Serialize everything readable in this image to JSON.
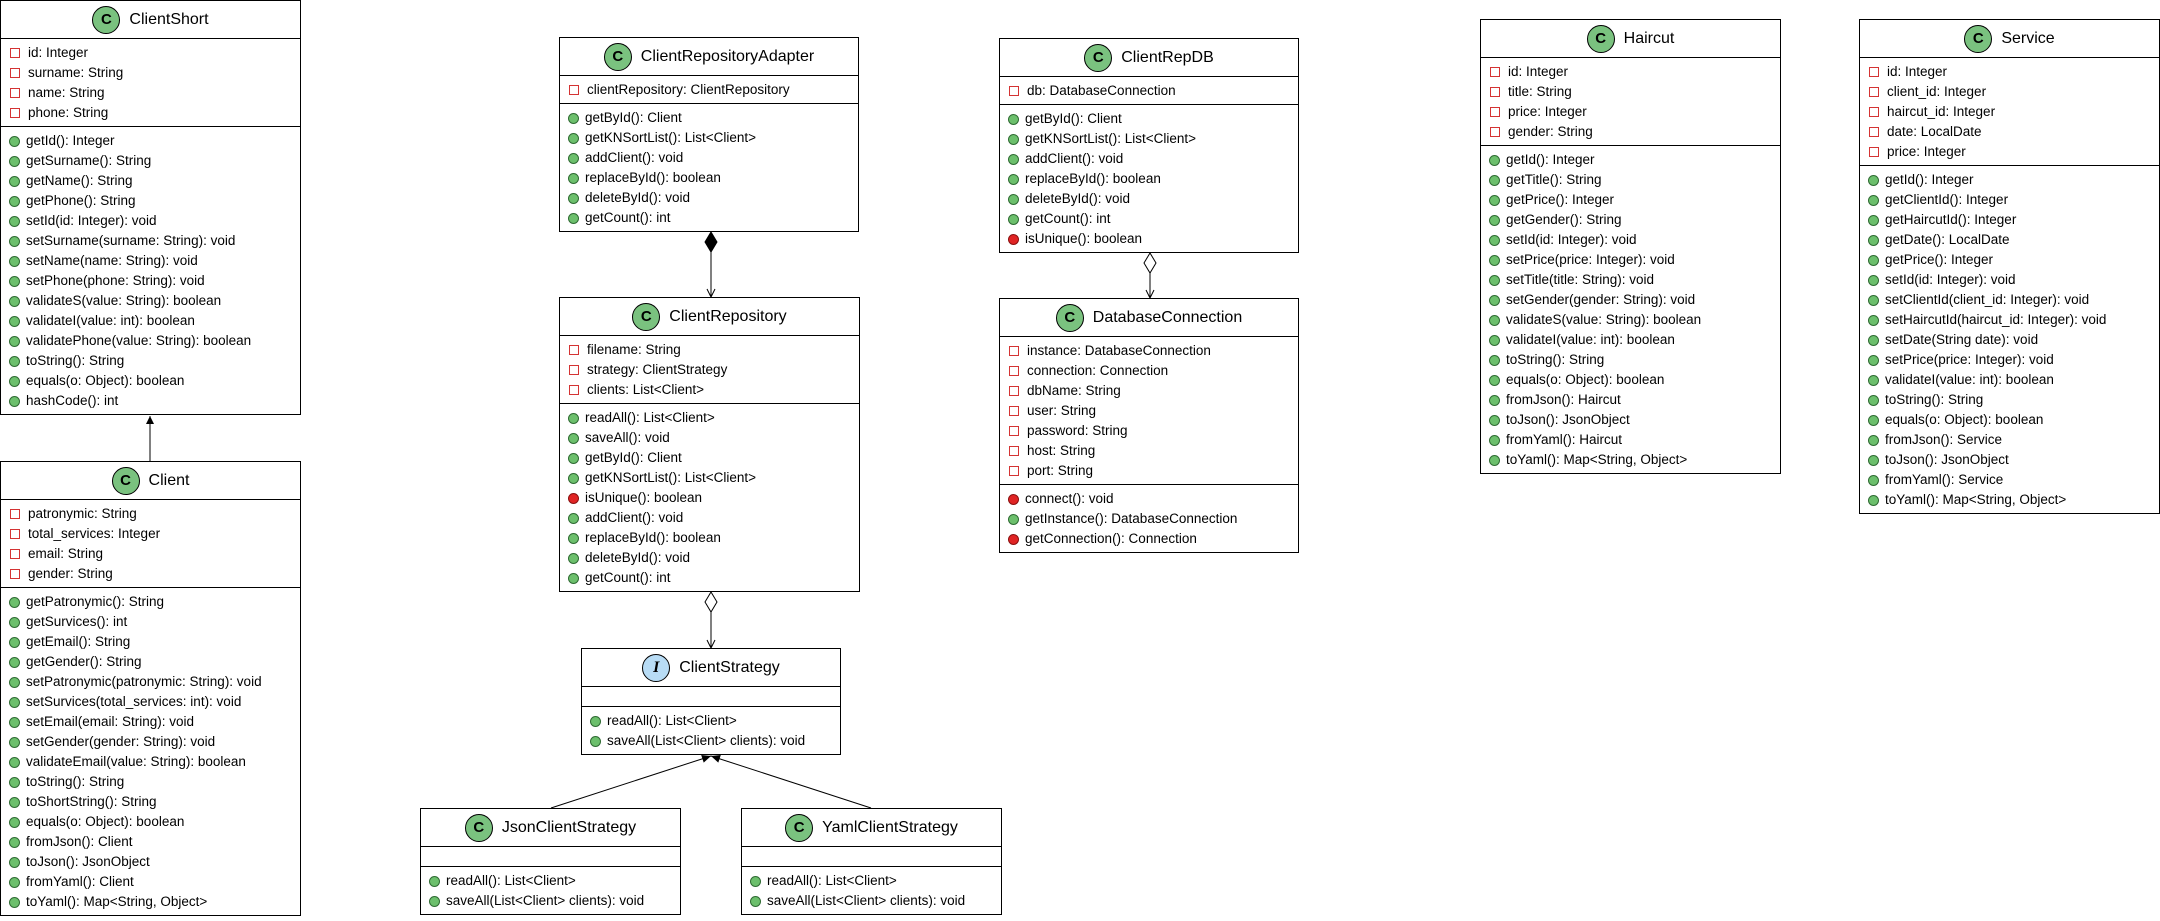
{
  "classes": [
    {
      "id": "ClientShort",
      "kind": "class",
      "name": "ClientShort",
      "fields": [
        "id: Integer",
        "surname: String",
        "name: String",
        "phone: String"
      ],
      "methods": [
        {
          "text": "getId(): Integer",
          "visibility": "public"
        },
        {
          "text": "getSurname(): String",
          "visibility": "public"
        },
        {
          "text": "getName(): String",
          "visibility": "public"
        },
        {
          "text": "getPhone(): String",
          "visibility": "public"
        },
        {
          "text": "setId(id: Integer): void",
          "visibility": "public"
        },
        {
          "text": "setSurname(surname: String): void",
          "visibility": "public"
        },
        {
          "text": "setName(name: String): void",
          "visibility": "public"
        },
        {
          "text": "setPhone(phone: String): void",
          "visibility": "public"
        },
        {
          "text": "validateS(value: String): boolean",
          "visibility": "public"
        },
        {
          "text": "validateI(value: int): boolean",
          "visibility": "public"
        },
        {
          "text": "validatePhone(value: String): boolean",
          "visibility": "public"
        },
        {
          "text": "toString(): String",
          "visibility": "public"
        },
        {
          "text": "equals(o: Object): boolean",
          "visibility": "public"
        },
        {
          "text": "hashCode(): int",
          "visibility": "public"
        }
      ]
    },
    {
      "id": "Client",
      "kind": "class",
      "name": "Client",
      "fields": [
        "patronymic: String",
        "total_services: Integer",
        "email: String",
        "gender: String"
      ],
      "methods": [
        {
          "text": "getPatronymic(): String",
          "visibility": "public"
        },
        {
          "text": "getSurvices(): int",
          "visibility": "public"
        },
        {
          "text": "getEmail(): String",
          "visibility": "public"
        },
        {
          "text": "getGender(): String",
          "visibility": "public"
        },
        {
          "text": "setPatronymic(patronymic: String): void",
          "visibility": "public"
        },
        {
          "text": "setSurvices(total_services: int): void",
          "visibility": "public"
        },
        {
          "text": "setEmail(email: String): void",
          "visibility": "public"
        },
        {
          "text": "setGender(gender: String): void",
          "visibility": "public"
        },
        {
          "text": "validateEmail(value: String): boolean",
          "visibility": "public"
        },
        {
          "text": "toString(): String",
          "visibility": "public"
        },
        {
          "text": "toShortString(): String",
          "visibility": "public"
        },
        {
          "text": "equals(o: Object): boolean",
          "visibility": "public"
        },
        {
          "text": "fromJson(): Client",
          "visibility": "public"
        },
        {
          "text": "toJson(): JsonObject",
          "visibility": "public"
        },
        {
          "text": "fromYaml(): Client",
          "visibility": "public"
        },
        {
          "text": "toYaml(): Map<String, Object>",
          "visibility": "public"
        }
      ]
    },
    {
      "id": "ClientRepositoryAdapter",
      "kind": "class",
      "name": "ClientRepositoryAdapter",
      "fields": [
        "clientRepository: ClientRepository"
      ],
      "methods": [
        {
          "text": "getById(): Client",
          "visibility": "public"
        },
        {
          "text": "getKNSortList(): List<Client>",
          "visibility": "public"
        },
        {
          "text": "addClient(): void",
          "visibility": "public"
        },
        {
          "text": "replaceById(): boolean",
          "visibility": "public"
        },
        {
          "text": "deleteById(): void",
          "visibility": "public"
        },
        {
          "text": "getCount(): int",
          "visibility": "public"
        }
      ]
    },
    {
      "id": "ClientRepository",
      "kind": "class",
      "name": "ClientRepository",
      "fields": [
        "filename: String",
        "strategy: ClientStrategy",
        "clients: List<Client>"
      ],
      "methods": [
        {
          "text": "readAll(): List<Client>",
          "visibility": "public"
        },
        {
          "text": "saveAll(): void",
          "visibility": "public"
        },
        {
          "text": "getById(): Client",
          "visibility": "public"
        },
        {
          "text": "getKNSortList(): List<Client>",
          "visibility": "public"
        },
        {
          "text": "isUnique(): boolean",
          "visibility": "private"
        },
        {
          "text": "addClient(): void",
          "visibility": "public"
        },
        {
          "text": "replaceById(): boolean",
          "visibility": "public"
        },
        {
          "text": "deleteById(): void",
          "visibility": "public"
        },
        {
          "text": "getCount(): int",
          "visibility": "public"
        }
      ]
    },
    {
      "id": "ClientStrategy",
      "kind": "interface",
      "name": "ClientStrategy",
      "fields": [],
      "methods": [
        {
          "text": "readAll(): List<Client>",
          "visibility": "public"
        },
        {
          "text": "saveAll(List<Client> clients): void",
          "visibility": "public"
        }
      ]
    },
    {
      "id": "JsonClientStrategy",
      "kind": "class",
      "name": "JsonClientStrategy",
      "fields": [],
      "methods": [
        {
          "text": "readAll(): List<Client>",
          "visibility": "public"
        },
        {
          "text": "saveAll(List<Client> clients): void",
          "visibility": "public"
        }
      ]
    },
    {
      "id": "YamlClientStrategy",
      "kind": "class",
      "name": "YamlClientStrategy",
      "fields": [],
      "methods": [
        {
          "text": "readAll(): List<Client>",
          "visibility": "public"
        },
        {
          "text": "saveAll(List<Client> clients): void",
          "visibility": "public"
        }
      ]
    },
    {
      "id": "ClientRepDB",
      "kind": "class",
      "name": "ClientRepDB",
      "fields": [
        "db: DatabaseConnection"
      ],
      "methods": [
        {
          "text": "getById(): Client",
          "visibility": "public"
        },
        {
          "text": "getKNSortList(): List<Client>",
          "visibility": "public"
        },
        {
          "text": "addClient(): void",
          "visibility": "public"
        },
        {
          "text": "replaceById(): boolean",
          "visibility": "public"
        },
        {
          "text": "deleteById(): void",
          "visibility": "public"
        },
        {
          "text": "getCount(): int",
          "visibility": "public"
        },
        {
          "text": "isUnique(): boolean",
          "visibility": "private"
        }
      ]
    },
    {
      "id": "DatabaseConnection",
      "kind": "class",
      "name": "DatabaseConnection",
      "fields": [
        "instance: DatabaseConnection",
        "connection: Connection",
        "dbName: String",
        "user: String",
        "password: String",
        "host: String",
        "port: String"
      ],
      "methods": [
        {
          "text": "connect(): void",
          "visibility": "private"
        },
        {
          "text": "getInstance(): DatabaseConnection",
          "visibility": "public"
        },
        {
          "text": "getConnection(): Connection",
          "visibility": "private"
        }
      ]
    },
    {
      "id": "Haircut",
      "kind": "class",
      "name": "Haircut",
      "fields": [
        "id: Integer",
        "title: String",
        "price: Integer",
        "gender: String"
      ],
      "methods": [
        {
          "text": "getId(): Integer",
          "visibility": "public"
        },
        {
          "text": "getTitle(): String",
          "visibility": "public"
        },
        {
          "text": "getPrice(): Integer",
          "visibility": "public"
        },
        {
          "text": "getGender(): String",
          "visibility": "public"
        },
        {
          "text": "setId(id: Integer): void",
          "visibility": "public"
        },
        {
          "text": "setPrice(price: Integer): void",
          "visibility": "public"
        },
        {
          "text": "setTitle(title: String): void",
          "visibility": "public"
        },
        {
          "text": "setGender(gender: String): void",
          "visibility": "public"
        },
        {
          "text": "validateS(value: String): boolean",
          "visibility": "public"
        },
        {
          "text": "validateI(value: int): boolean",
          "visibility": "public"
        },
        {
          "text": "toString(): String",
          "visibility": "public"
        },
        {
          "text": "equals(o: Object): boolean",
          "visibility": "public"
        },
        {
          "text": "fromJson(): Haircut",
          "visibility": "public"
        },
        {
          "text": "toJson(): JsonObject",
          "visibility": "public"
        },
        {
          "text": "fromYaml(): Haircut",
          "visibility": "public"
        },
        {
          "text": "toYaml(): Map<String, Object>",
          "visibility": "public"
        }
      ]
    },
    {
      "id": "Service",
      "kind": "class",
      "name": "Service",
      "fields": [
        "id: Integer",
        "client_id: Integer",
        "haircut_id: Integer",
        "date: LocalDate",
        "price: Integer"
      ],
      "methods": [
        {
          "text": "getId(): Integer",
          "visibility": "public"
        },
        {
          "text": "getClientId(): Integer",
          "visibility": "public"
        },
        {
          "text": "getHaircutId(): Integer",
          "visibility": "public"
        },
        {
          "text": "getDate(): LocalDate",
          "visibility": "public"
        },
        {
          "text": "getPrice(): Integer",
          "visibility": "public"
        },
        {
          "text": "setId(id: Integer): void",
          "visibility": "public"
        },
        {
          "text": "setClientId(client_id: Integer): void",
          "visibility": "public"
        },
        {
          "text": "setHaircutId(haircut_id: Integer): void",
          "visibility": "public"
        },
        {
          "text": "setDate(String date): void",
          "visibility": "public"
        },
        {
          "text": "setPrice(price: Integer): void",
          "visibility": "public"
        },
        {
          "text": "validateI(value: int): boolean",
          "visibility": "public"
        },
        {
          "text": "toString(): String",
          "visibility": "public"
        },
        {
          "text": "equals(o: Object): boolean",
          "visibility": "public"
        },
        {
          "text": "fromJson(): Service",
          "visibility": "public"
        },
        {
          "text": "toJson(): JsonObject",
          "visibility": "public"
        },
        {
          "text": "fromYaml(): Service",
          "visibility": "public"
        },
        {
          "text": "toYaml(): Map<String, Object>",
          "visibility": "public"
        }
      ]
    }
  ],
  "relations": [
    {
      "type": "inheritance",
      "from": "Client",
      "to": "ClientShort"
    },
    {
      "type": "composition",
      "from": "ClientRepositoryAdapter",
      "to": "ClientRepository"
    },
    {
      "type": "aggregation",
      "from": "ClientRepository",
      "to": "ClientStrategy"
    },
    {
      "type": "realization",
      "from": "JsonClientStrategy",
      "to": "ClientStrategy"
    },
    {
      "type": "realization",
      "from": "YamlClientStrategy",
      "to": "ClientStrategy"
    },
    {
      "type": "aggregation",
      "from": "ClientRepDB",
      "to": "DatabaseConnection"
    }
  ]
}
